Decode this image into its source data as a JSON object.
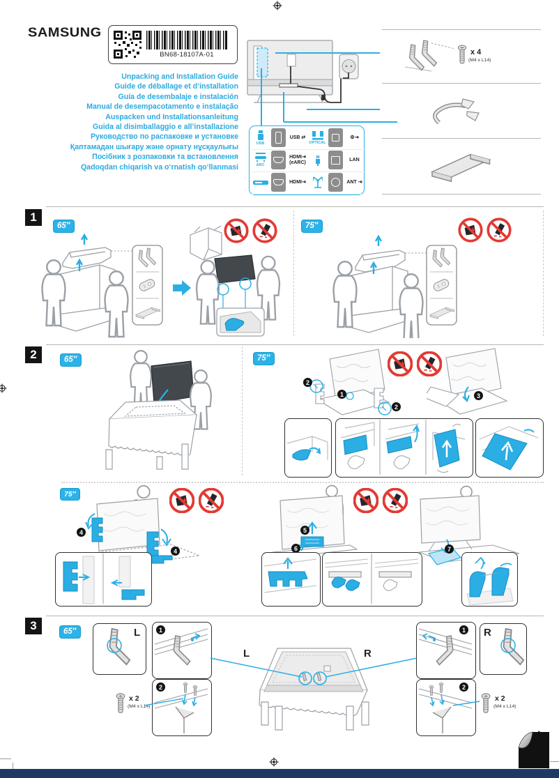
{
  "header": {
    "brand": "SAMSUNG",
    "part_number": "BN68-18107A-01",
    "titles": [
      "Unpacking and Installation Guide",
      "Guide de déballage et d’installation",
      "Guía de desembalaje e instalación",
      "Manual de desempacotamento e instalação",
      "Auspacken und Installationsanleitung",
      "Guida al disimballaggio e all’installazione",
      "Руководство по распаковке и установке",
      "Қаптамадан шығару және орнату нұсқаулығы",
      "Посібник з розпаковки та встановлення",
      "Qadoqdan chiqarish va o‘rnatish qo‘llanmasi"
    ],
    "ports": {
      "usb_device": "USB",
      "usb_jack": "USB ⇄",
      "optical_device": "OPTICAL",
      "audio_out_jack": "⚙⇥",
      "arc_device": "ARC",
      "hdmi_earc_jack": "HDMI⇥",
      "hdmi_earc_sub": "(eARC)",
      "lan_jack": "LAN",
      "hdmi_jack": "HDMI⇥",
      "ant_jack": "ANT ⇥"
    },
    "accessories": {
      "screws_qty": "x 4",
      "screws_spec": "(M4 x L14)"
    }
  },
  "sections": {
    "one": {
      "num": "1",
      "size_left": "65″",
      "size_right": "75″"
    },
    "two": {
      "num": "2",
      "size_left": "65″",
      "size_right": "75″",
      "size_lower": "75″"
    },
    "three": {
      "num": "3",
      "size": "65″",
      "left": "L",
      "right": "R",
      "screws_qty": "x 2",
      "screws_spec": "(M4 x L14)"
    }
  },
  "steps": {
    "n1": "1",
    "n2": "2",
    "n3": "3",
    "n4": "4",
    "n5": "5",
    "n6": "6",
    "n7": "7"
  }
}
